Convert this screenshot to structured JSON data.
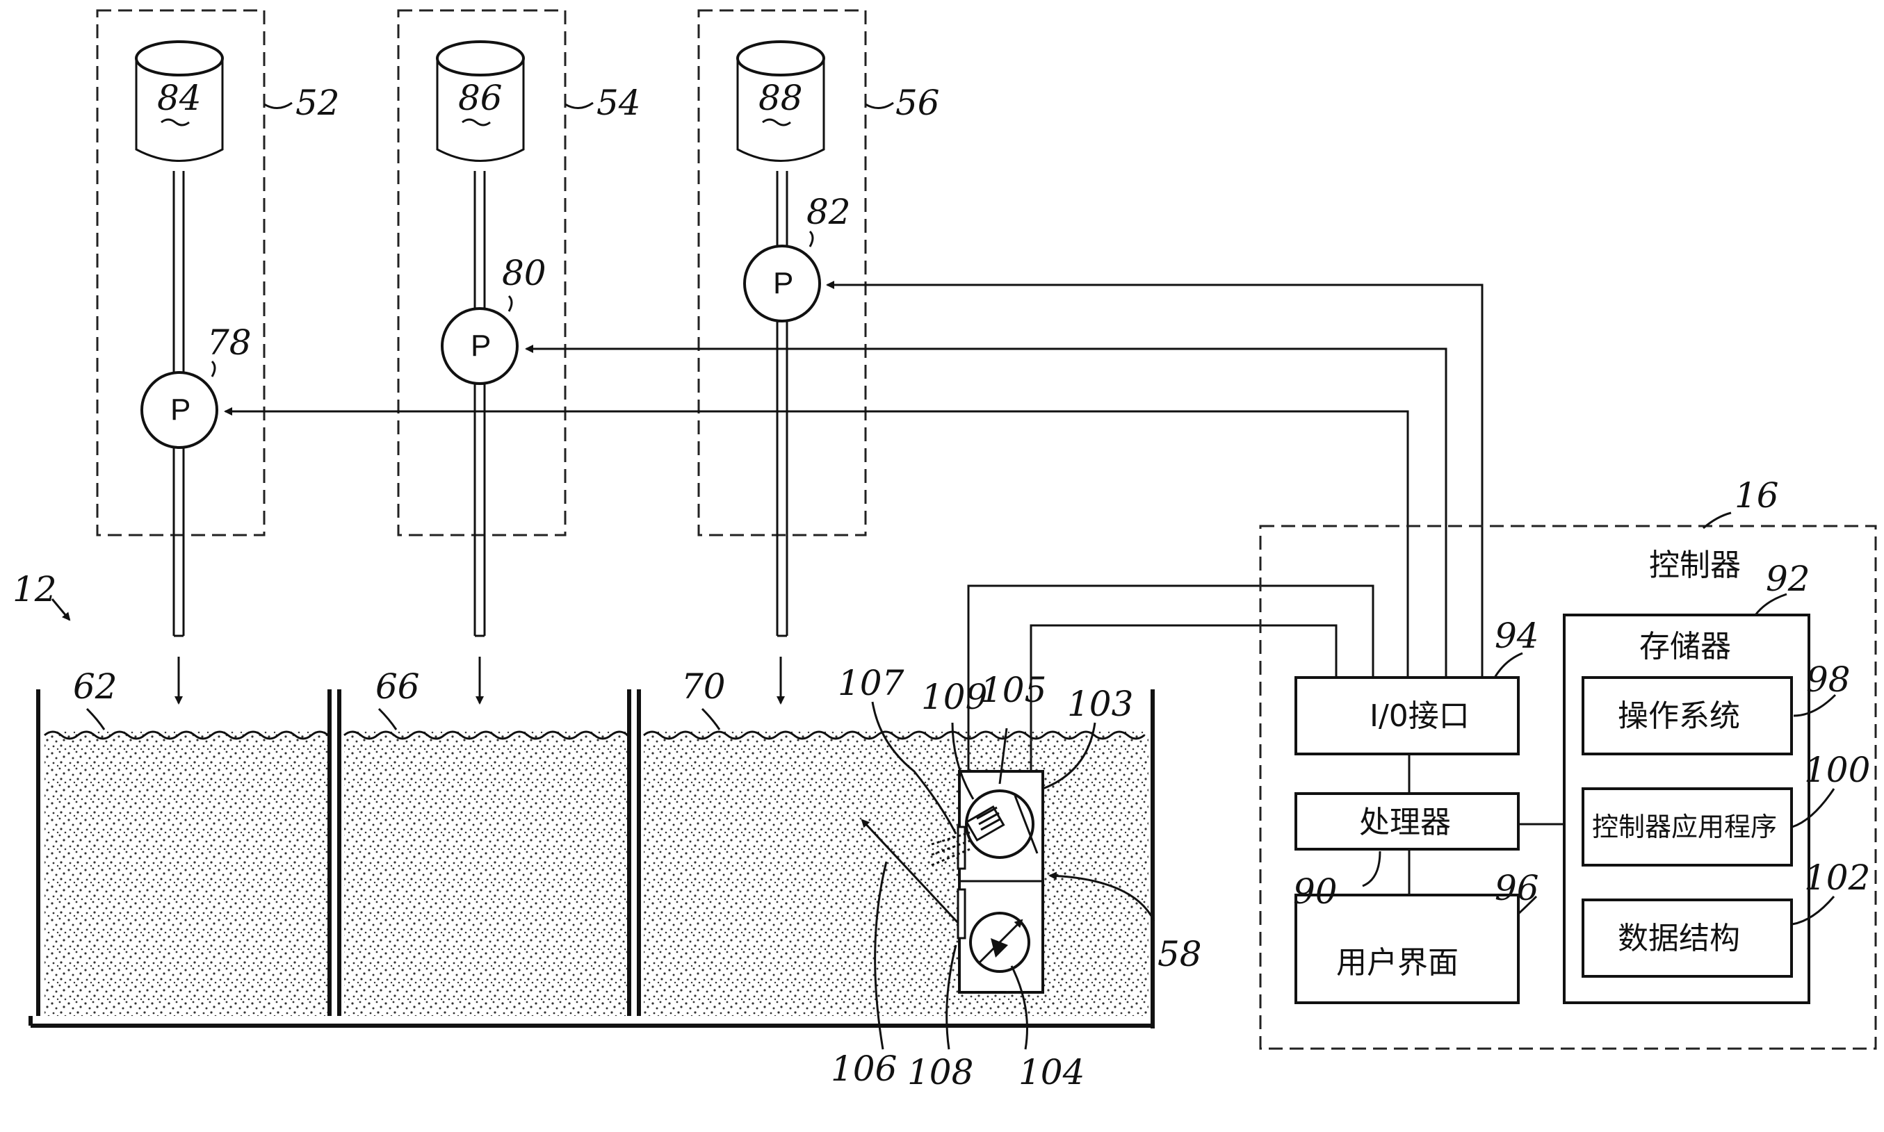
{
  "refs": {
    "r52": "52",
    "r54": "54",
    "r56": "56",
    "r84": "84",
    "r86": "86",
    "r88": "88",
    "r78": "78",
    "r80": "80",
    "r82": "82",
    "r12": "12",
    "r62": "62",
    "r66": "66",
    "r70": "70",
    "r107": "107",
    "r109": "109",
    "r105": "105",
    "r103": "103",
    "r58": "58",
    "r106": "106",
    "r108": "108",
    "r104": "104",
    "r16": "16",
    "r92": "92",
    "r94": "94",
    "r98": "98",
    "r100": "100",
    "r90": "90",
    "r96": "96",
    "r102": "102"
  },
  "pumps": {
    "label": "P"
  },
  "controller": {
    "title": "控制器",
    "io": "I/0接口",
    "processor": "处理器",
    "ui": "用户界面",
    "memory": "存储器",
    "os": "操作系统",
    "app": "控制器应用程序",
    "data": "数据结构"
  }
}
